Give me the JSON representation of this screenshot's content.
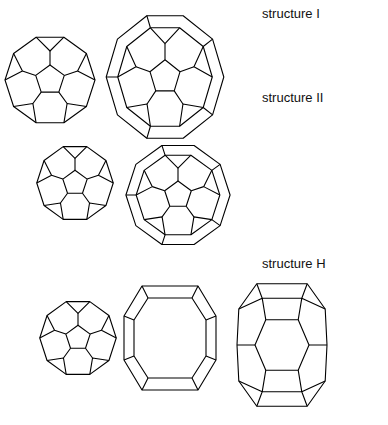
{
  "diagram": {
    "labels": [
      "structure I",
      "structure II",
      "structure H"
    ]
  }
}
